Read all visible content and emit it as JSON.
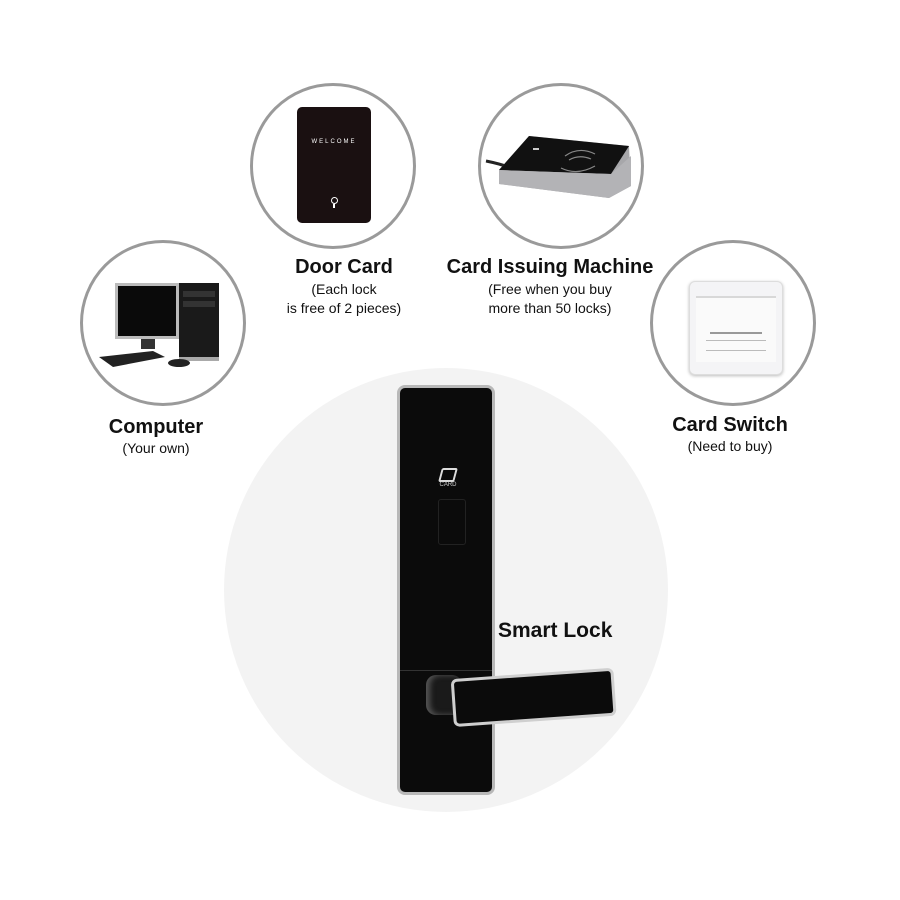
{
  "items": {
    "door_card": {
      "title": "Door Card",
      "subtitle_line1": "(Each lock",
      "subtitle_line2": "is free of 2 pieces)",
      "card_text": "WELCOME"
    },
    "card_issuing_machine": {
      "title": "Card Issuing Machine",
      "subtitle_line1": "(Free when you buy",
      "subtitle_line2": "more than 50 locks)"
    },
    "computer": {
      "title": "Computer",
      "subtitle": "(Your own)"
    },
    "card_switch": {
      "title": "Card Switch",
      "subtitle": "(Need to buy)"
    },
    "smart_lock": {
      "title": "Smart Lock",
      "logo_text": "CARD"
    }
  },
  "colors": {
    "ring": "#9a9a9a",
    "center_bg": "#f3f3f3",
    "device_black": "#0b0b0b",
    "text": "#111111"
  }
}
